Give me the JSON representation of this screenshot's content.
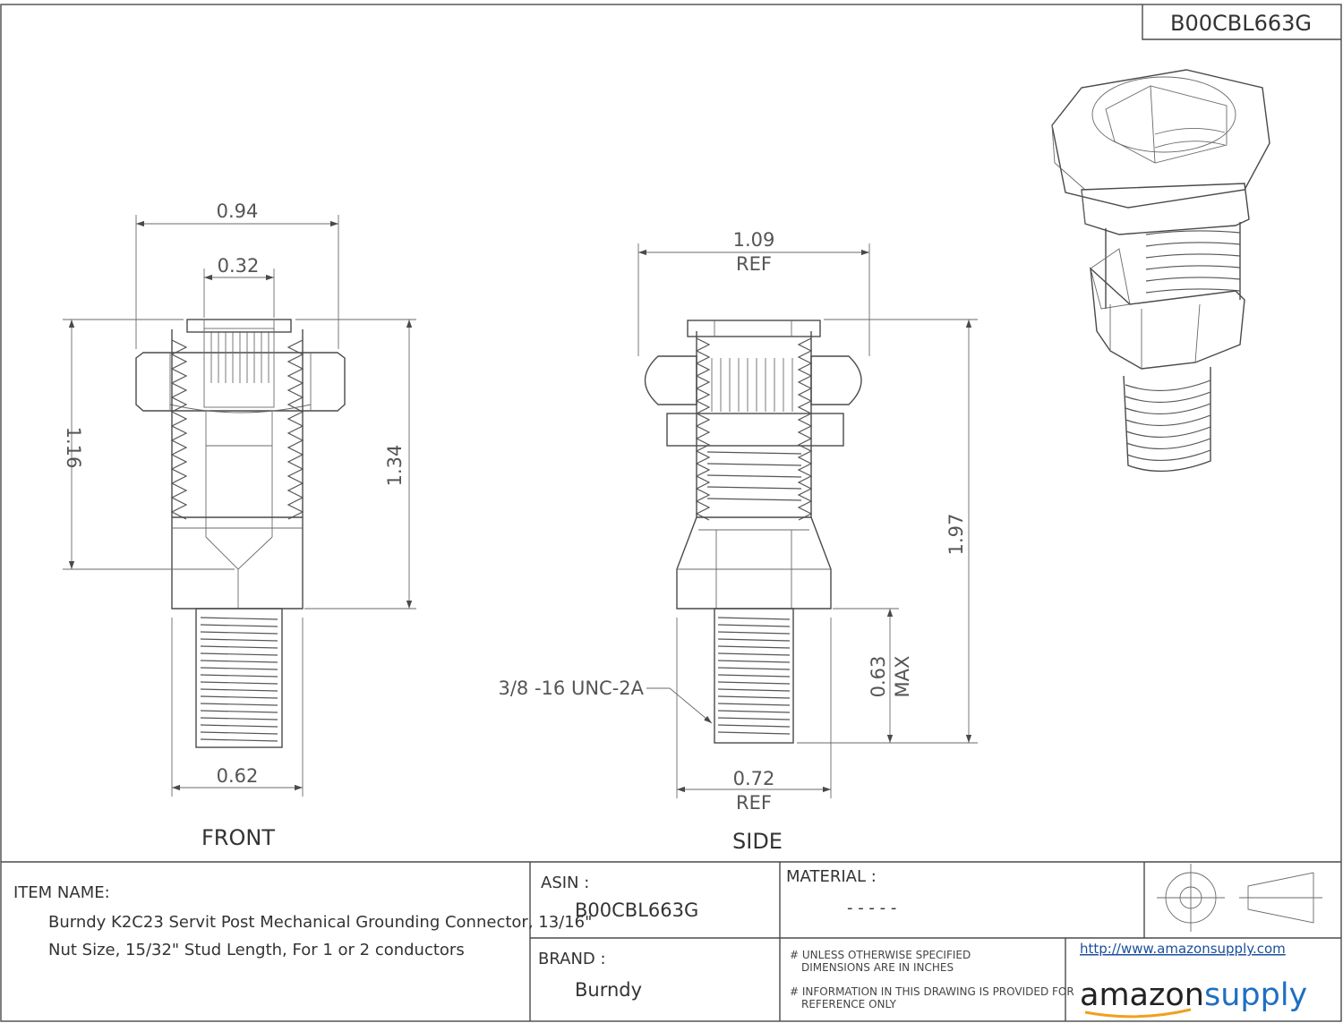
{
  "asin_corner": "B00CBL663G",
  "dimensions": {
    "front_width": "0.94",
    "front_slot": "0.32",
    "front_height_left": "1.16",
    "front_height_right": "1.34",
    "front_stud": "0.62",
    "side_width": "1.09",
    "side_width_note": "REF",
    "side_total": "1.97",
    "side_stud_length": "0.63",
    "side_stud_length_note": "MAX",
    "side_stud_width": "0.72",
    "side_stud_width_note": "REF",
    "thread_callout": "3/8 -16 UNC-2A"
  },
  "views": {
    "front": "FRONT",
    "side": "SIDE"
  },
  "title_block": {
    "item_name_label": "ITEM NAME:",
    "item_name_line1": "Burndy K2C23 Servit Post Mechanical Grounding Connector, 13/16\"",
    "item_name_line2": "Nut Size, 15/32\" Stud Length, For 1 or 2 conductors",
    "asin_label": "ASIN :",
    "asin_value": "B00CBL663G",
    "material_label": "MATERIAL :",
    "material_value": "- - - - -",
    "brand_label": "BRAND :",
    "brand_value": "Burndy",
    "note1_line1": "# UNLESS OTHERWISE SPECIFIED",
    "note1_line2": "DIMENSIONS ARE IN INCHES",
    "note2_line1": "# INFORMATION IN THIS DRAWING IS PROVIDED FOR",
    "note2_line2": "REFERENCE ONLY",
    "url": "http://www.amazonsupply.com",
    "logo_amazon": "amazon",
    "logo_supply": "supply"
  },
  "colors": {
    "line": "#4a4a4a",
    "url_blue": "#1a4f9c",
    "logo_blue": "#1f6fc2",
    "logo_dark": "#222222"
  }
}
